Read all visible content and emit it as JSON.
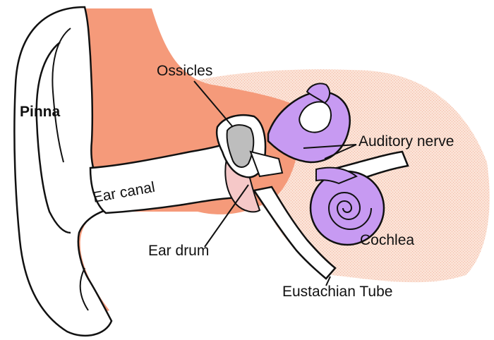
{
  "labels": {
    "pinna": "Pinna",
    "ear_canal": "Ear canal",
    "ossicles": "Ossicles",
    "auditory_nerve": "Auditory nerve",
    "ear_drum": "Ear drum",
    "cochlea": "Cochlea",
    "eustachian_tube": "Eustachian Tube"
  },
  "colors": {
    "outer_tissue": "#f59a7a",
    "inner_tissue": "#fbd9cc",
    "cochlea": "#c79af2",
    "bone": "#bdbdbd",
    "ear_drum": "#f5c8c8",
    "outline": "#111111"
  }
}
